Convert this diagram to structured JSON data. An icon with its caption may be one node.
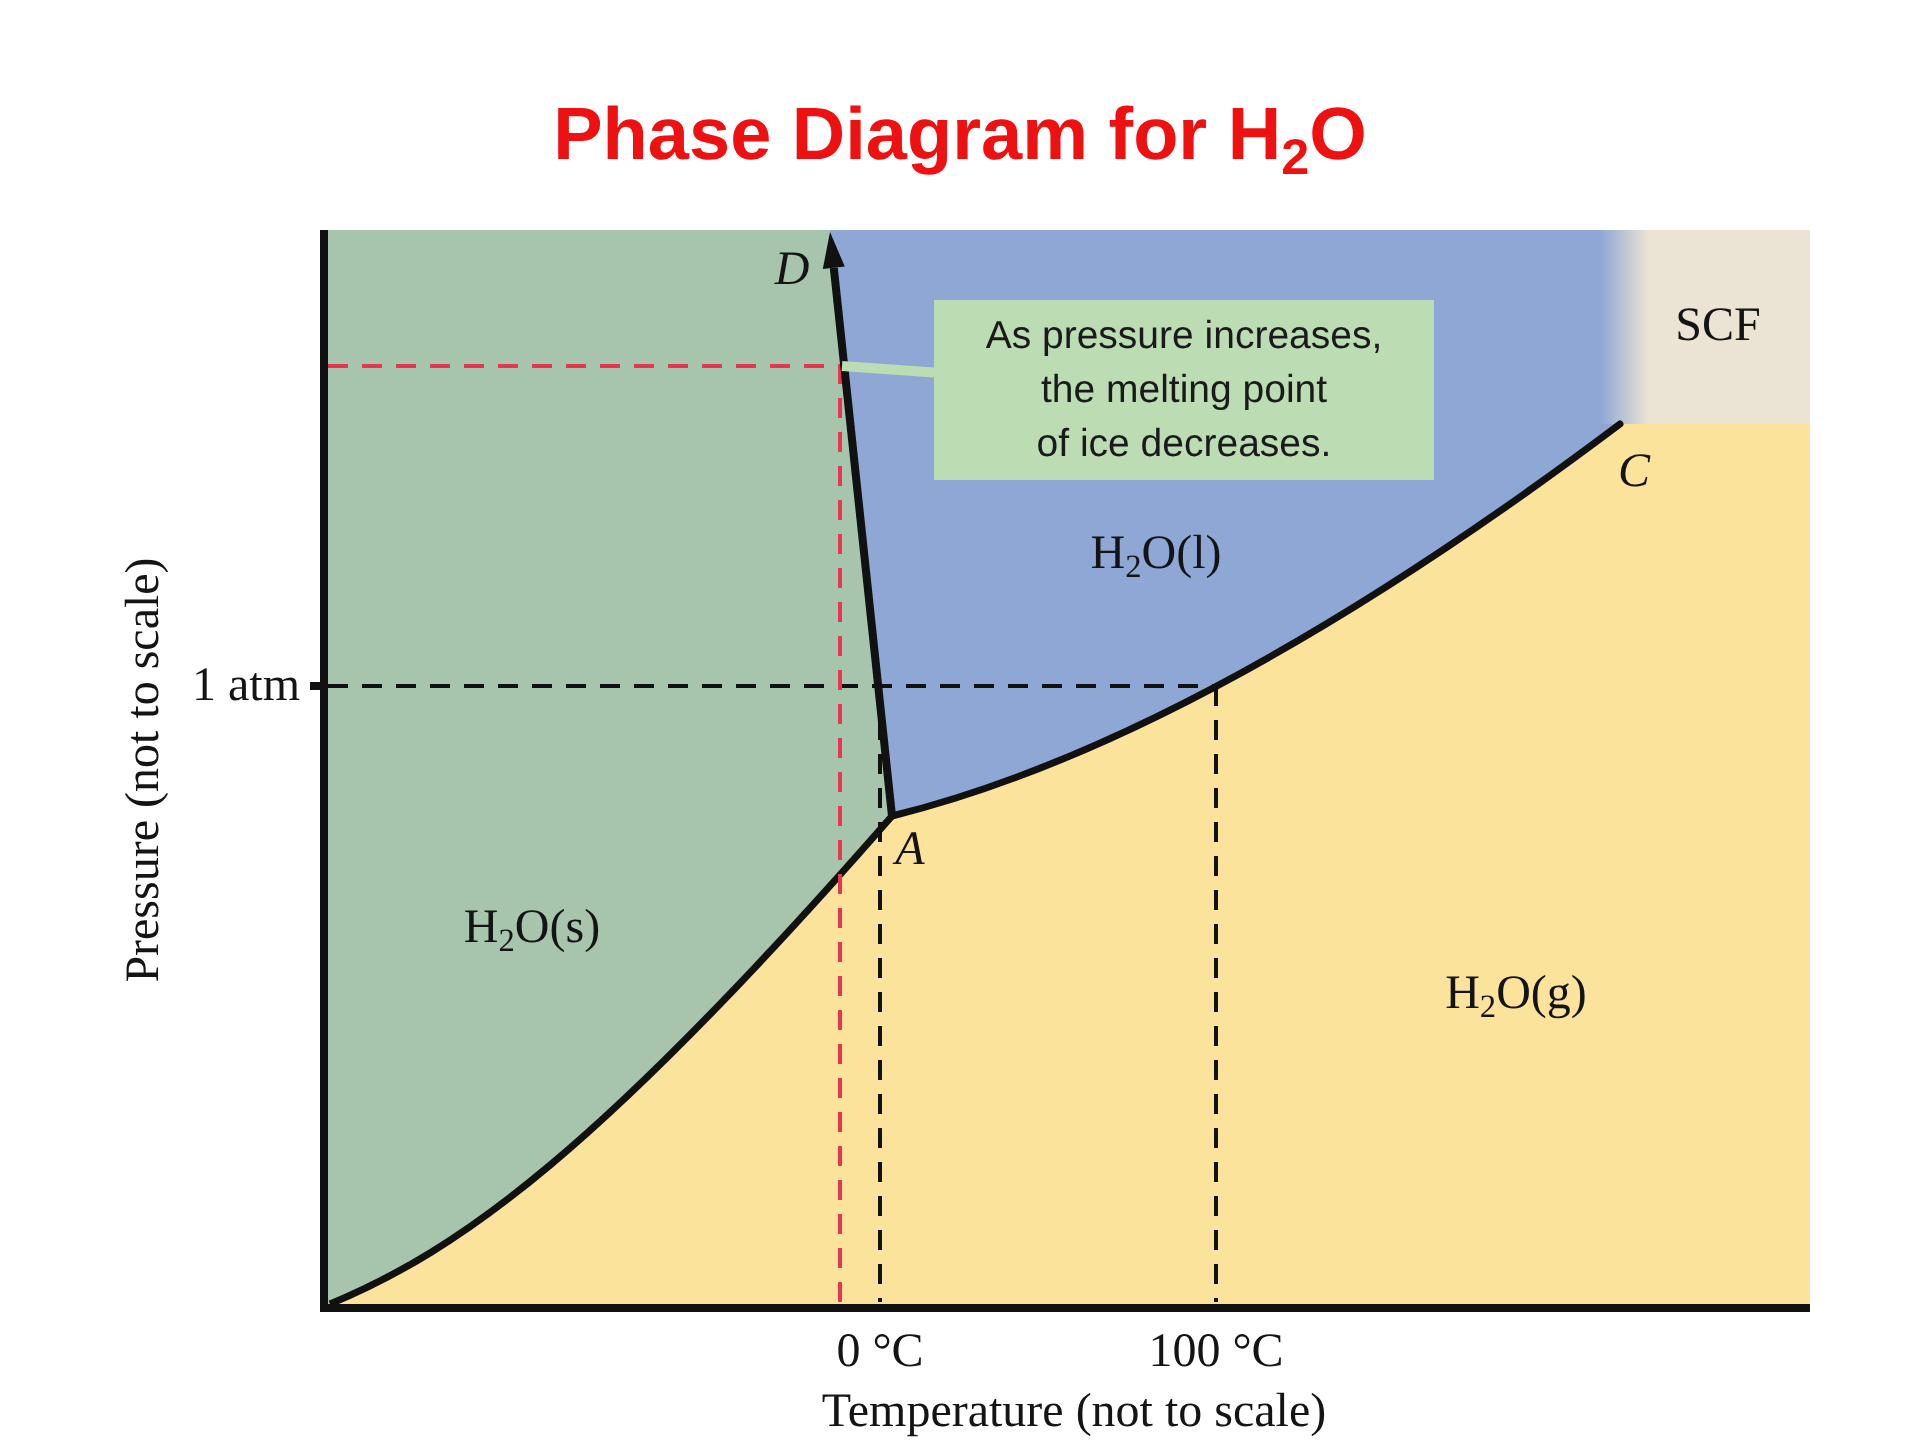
{
  "diagram": {
    "title": "Phase Diagram for H$_{2}$O",
    "nodes": [
      {
        "text": [
          "As pressure increases, the melting point of ice decreases."
        ]
      },
      {
        "text": [],
        "shape": "line"
      }
    ],
    "edges": [
      {
        "from": 0,
        "to": 1,
        "arrow": "none"
      }
    ],
    "labels": [
      "D",
      "SCF",
      "C",
      "H$_{2}$O(l)",
      "1 atm",
      "A",
      "H$_{2}$O(s)",
      "H$_{2}$O(g)",
      "Pressure (not to scale)",
      "0 °C",
      "100 °C",
      "Temperature (not to scale)"
    ]
  }
}
